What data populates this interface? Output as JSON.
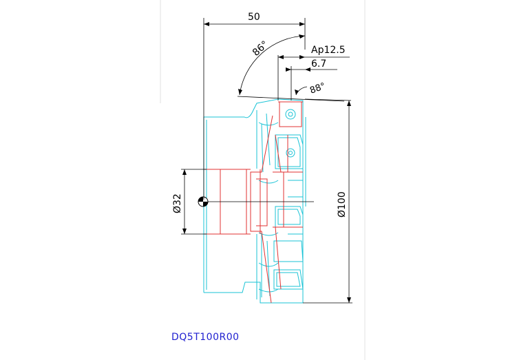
{
  "drawing": {
    "dimensions": {
      "overall_length": "50",
      "lead_angle": "86°",
      "depth_of_cut": "Ap12.5",
      "insert_depth": "6.7",
      "insert_angle": "88°",
      "bore_diameter": "Ø32",
      "cutter_diameter": "Ø100"
    },
    "product_code": "DQ5T100R00",
    "colors": {
      "outline": "#19c3d6",
      "section": "#e03030",
      "dimension": "#000000",
      "code_text": "#1f1fd0"
    }
  }
}
